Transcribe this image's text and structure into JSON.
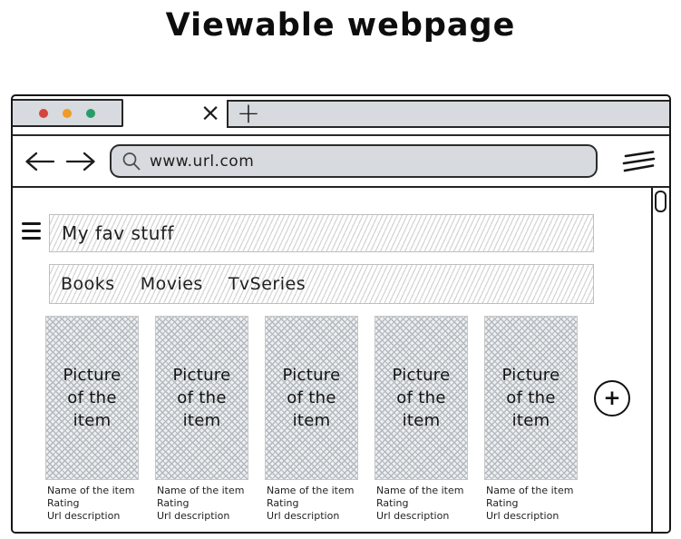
{
  "title": "Viewable webpage",
  "browser": {
    "chrome_color": "#d7dade",
    "window_controls": {
      "red": "#d6453c",
      "yellow": "#ef9b26",
      "green": "#279c69"
    },
    "tabs": {
      "close_icon": "×",
      "new_tab_icon": "+"
    },
    "address_bar": {
      "url": "www.url.com"
    }
  },
  "content": {
    "menu_header": {
      "label": "My fav stuff"
    },
    "category_nav": {
      "items": [
        "Books",
        "Movies",
        "TvSeries"
      ]
    },
    "cards": [
      {
        "picture_placeholder": "Picture of the item",
        "name": "Name of the item",
        "rating": "Rating",
        "url_description": "Url description"
      },
      {
        "picture_placeholder": "Picture of the item",
        "name": "Name of the item",
        "rating": "Rating",
        "url_description": "Url description"
      },
      {
        "picture_placeholder": "Picture of the item",
        "name": "Name of the item",
        "rating": "Rating",
        "url_description": "Url description"
      },
      {
        "picture_placeholder": "Picture of the item",
        "name": "Name of the item",
        "rating": "Rating",
        "url_description": "Url description"
      },
      {
        "picture_placeholder": "Picture of the item",
        "name": "Name of the item",
        "rating": "Rating",
        "url_description": "Url description"
      }
    ],
    "add_button": {
      "label": "+"
    }
  }
}
